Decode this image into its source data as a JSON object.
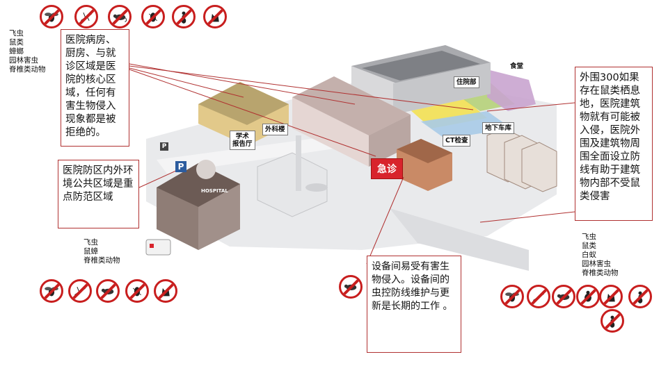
{
  "callouts": {
    "core": "医院病房、厨房、与就诊区域是医院的核心区域，任何有害生物侵入现象都是被拒绝的。",
    "public": "医院防区内外环境公共区域是重点防范区域",
    "outer": "外围300如果存在鼠类栖息地，医院建筑物就有可能被入侵，医院外围及建筑物周围全面设立防线有助于建筑物内部不受鼠类侵害",
    "equipment": "设备间易受有害生物侵入。设备间的虫控防线维护与更新是长期的工作 。"
  },
  "pest_lists": {
    "top_left": [
      "飞虫",
      "鼠类",
      "蟑螂",
      "园林害虫",
      "脊椎类动物"
    ],
    "middle_left": [
      "飞虫",
      "鼠蟑",
      "脊椎类动物"
    ],
    "right": [
      "飞虫",
      "鼠类",
      "白蚁",
      "园林害虫",
      "脊椎类动物"
    ]
  },
  "map_labels": {
    "inpatient": "住院部",
    "canteen": "食堂",
    "surgery": "外科楼",
    "academic_line1": "学术",
    "academic_line2": "报告厅",
    "parking": "地下车库",
    "ct": "CT检查",
    "emergency": "急诊",
    "hospital_sign": "HOSPITAL",
    "p1": "P",
    "p2": "P"
  },
  "icons": {
    "top_row": [
      "no-fly-icon",
      "no-mosquito-icon",
      "no-rat-icon",
      "no-cockroach-icon",
      "no-ant-icon",
      "no-cat-icon"
    ],
    "left_row": [
      "no-fly-icon",
      "no-mosquito-icon",
      "no-rat-icon",
      "no-cockroach-icon",
      "no-cat-icon"
    ],
    "equipment": [
      "no-rat-icon"
    ],
    "right_row": [
      "no-fly-icon",
      "no-mosquito-icon",
      "no-rat-icon",
      "no-beetle-icon",
      "no-cat-icon",
      "no-ant-icon",
      "no-ant-icon"
    ]
  },
  "colors": {
    "ban_red": "#c81e1e",
    "callout_border": "#b03030",
    "emergency_red": "#d8242c"
  }
}
